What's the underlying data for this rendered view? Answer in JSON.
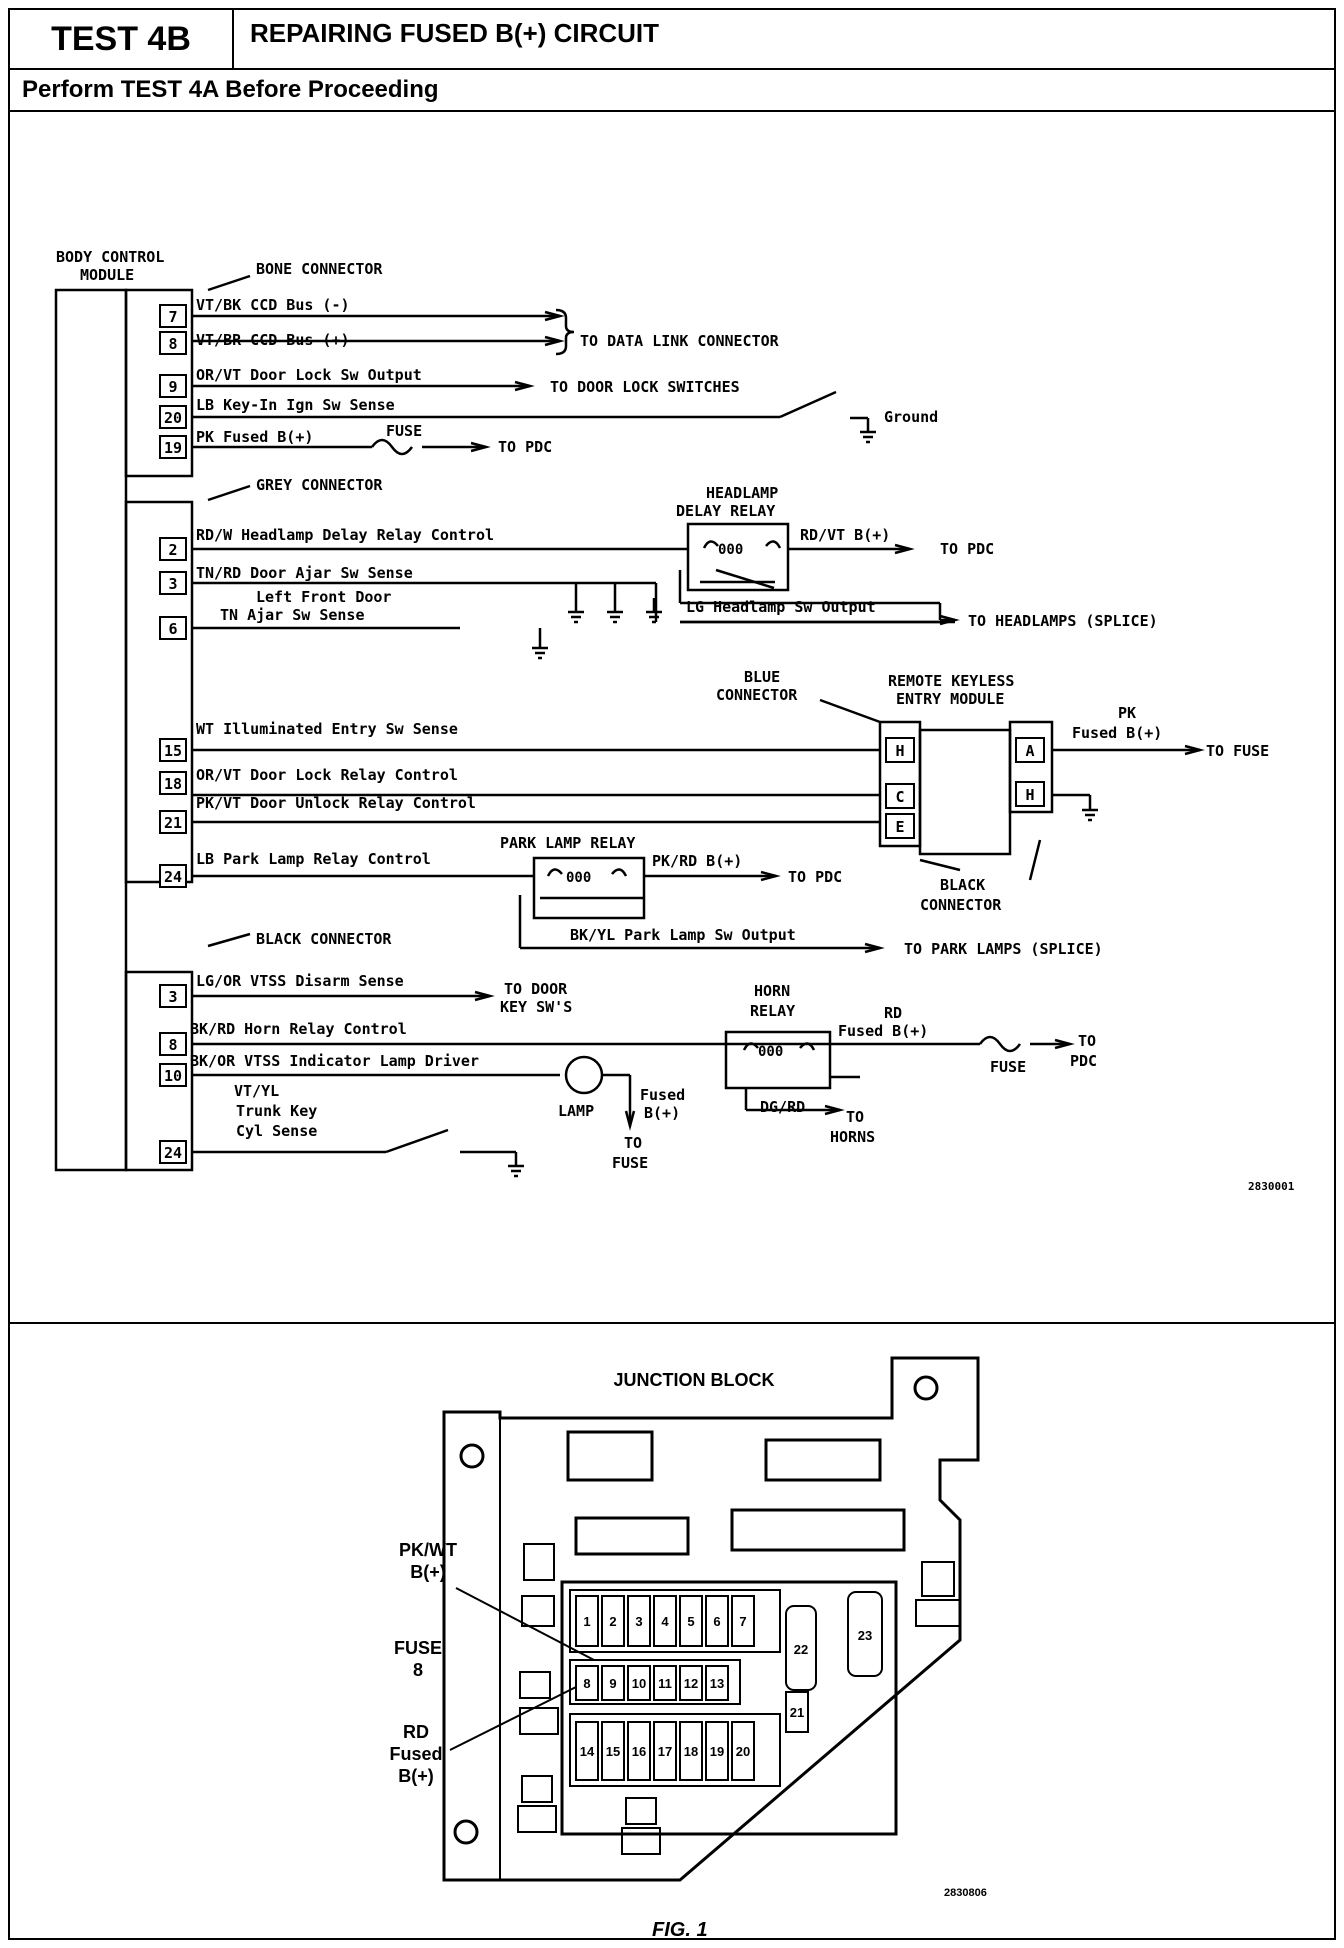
{
  "header": {
    "test_id": "TEST 4B",
    "test_title": "REPAIRING FUSED B(+) CIRCUIT",
    "subtitle": "Perform TEST 4A Before Proceeding"
  },
  "schematic": {
    "bcm_label_1": "BODY CONTROL",
    "bcm_label_2": "MODULE",
    "bone_connector": "BONE CONNECTOR",
    "grey_connector": "GREY CONNECTOR",
    "black_connector": "BLACK CONNECTOR",
    "bone_pins": [
      {
        "pin": "7",
        "wire": "VT/BK CCD Bus (-)"
      },
      {
        "pin": "8",
        "wire": "VT/BR CCD Bus (+)"
      },
      {
        "pin": "9",
        "wire": "OR/VT Door Lock Sw Output"
      },
      {
        "pin": "20",
        "wire": "LB Key-In Ign Sw Sense"
      },
      {
        "pin": "19",
        "wire": "PK Fused B(+)"
      }
    ],
    "to_data_link": "TO DATA LINK CONNECTOR",
    "to_door_lock_switches": "TO DOOR LOCK SWITCHES",
    "ground_label": "Ground",
    "fuse_label": "FUSE",
    "to_pdc": "TO PDC",
    "grey_pins": [
      {
        "pin": "2",
        "wire": "RD/W Headlamp Delay Relay Control"
      },
      {
        "pin": "3",
        "wire": "TN/RD Door Ajar Sw Sense"
      },
      {
        "pin": "6",
        "wire": "TN Ajar Sw Sense"
      }
    ],
    "left_front_door": "Left Front Door",
    "headlamp_relay_1": "HEADLAMP",
    "headlamp_relay_2": "DELAY RELAY",
    "rdvt_fused": "RD/VT B(+)",
    "lg_headlamp_output": "LG Headlamp Sw Output",
    "to_headlamps": "TO HEADLAMPS (SPLICE)",
    "blue_connector_1": "BLUE",
    "blue_connector_2": "CONNECTOR",
    "rke_1": "REMOTE KEYLESS",
    "rke_2": "ENTRY MODULE",
    "blue_pins": [
      {
        "pin": "15",
        "wire": "WT Illuminated Entry Sw Sense",
        "rke": "H"
      },
      {
        "pin": "18",
        "wire": "OR/VT Door Lock Relay Control",
        "rke": "C"
      },
      {
        "pin": "21",
        "wire": "PK/VT Door Unlock Relay Control",
        "rke": "E"
      },
      {
        "pin": "24",
        "wire": "LB Park Lamp Relay Control",
        "rke": ""
      }
    ],
    "rke_right_pins": [
      "A",
      "H"
    ],
    "pk_fused_1": "PK",
    "pk_fused_2": "Fused B(+)",
    "to_fuse": "TO FUSE",
    "black_conn_1": "BLACK",
    "black_conn_2": "CONNECTOR",
    "park_lamp_relay": "PARK LAMP RELAY",
    "pkrd_fused": "PK/RD B(+)",
    "bkyl_output": "BK/YL Park Lamp Sw Output",
    "to_park_lamps": "TO PARK LAMPS (SPLICE)",
    "black_pins": [
      {
        "pin": "3",
        "wire": "LG/OR VTSS Disarm Sense"
      },
      {
        "pin": "8",
        "wire": "BK/RD Horn Relay Control"
      },
      {
        "pin": "10",
        "wire": "BK/OR VTSS Indicator Lamp Driver"
      },
      {
        "pin": "24",
        "wire": "VT/YL"
      }
    ],
    "trunk_key_1": "Trunk Key",
    "trunk_key_2": "Cyl Sense",
    "to_door_key_1": "TO DOOR",
    "to_door_key_2": "KEY SW'S",
    "horn_relay_1": "HORN",
    "horn_relay_2": "RELAY",
    "rd_label": "RD",
    "rd_fused": "Fused B(+)",
    "lamp_label": "LAMP",
    "lamp_fused_1": "Fused",
    "lamp_fused_2": "B(+)",
    "to_fuse_1": "TO",
    "to_fuse_2": "FUSE",
    "dgrd": "DG/RD",
    "to_horns_1": "TO",
    "to_horns_2": "HORNS",
    "to_pdc_1": "TO",
    "to_pdc_2": "PDC",
    "figure_code": "2830001"
  },
  "junction_block": {
    "title": "JUNCTION BLOCK",
    "pkwt_1": "PK/WT",
    "pkwt_2": "B(+)",
    "fuse_1": "FUSE",
    "fuse_2": "8",
    "rd_1": "RD",
    "rd_2": "Fused",
    "rd_3": "B(+)",
    "fuses_row1": [
      "1",
      "2",
      "3",
      "4",
      "5",
      "6",
      "7"
    ],
    "fuses_row2": [
      "8",
      "9",
      "10",
      "11",
      "12",
      "13"
    ],
    "fuses_row3": [
      "14",
      "15",
      "16",
      "17",
      "18",
      "19",
      "20"
    ],
    "fuses_tall": [
      "22",
      "23",
      "21"
    ],
    "figure_code": "2830806",
    "caption": "FIG. 1"
  }
}
